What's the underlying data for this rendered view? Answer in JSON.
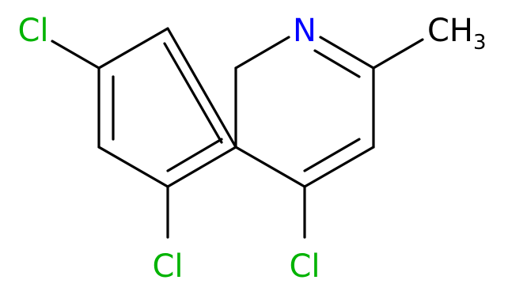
{
  "molecule": {
    "atoms": {
      "cl7": {
        "element": "Cl",
        "color": "#00b300"
      },
      "n1": {
        "element": "N",
        "color": "#0000ff"
      },
      "methyl": {
        "element": "CH",
        "subscript": "3",
        "color": "#000000"
      },
      "cl5": {
        "element": "Cl",
        "color": "#00b300"
      },
      "cl4": {
        "element": "Cl",
        "color": "#00b300"
      }
    }
  }
}
